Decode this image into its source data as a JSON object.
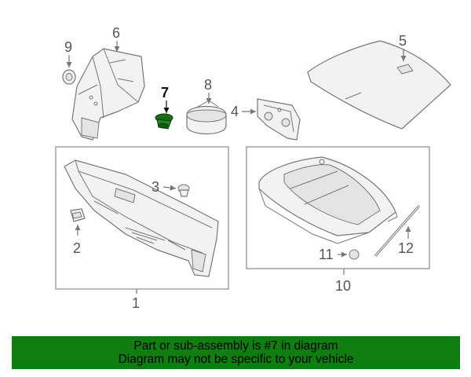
{
  "callouts": {
    "c1": "1",
    "c2": "2",
    "c3": "3",
    "c4": "4",
    "c5": "5",
    "c6": "6",
    "c7": "7",
    "c8": "8",
    "c9": "9",
    "c10": "10",
    "c11": "11",
    "c12": "12"
  },
  "highlight_color": "#107d10",
  "notice": {
    "line1": "Part or sub-assembly is #7 in diagram",
    "line2": "Diagram may not be specific to your vehicle"
  }
}
